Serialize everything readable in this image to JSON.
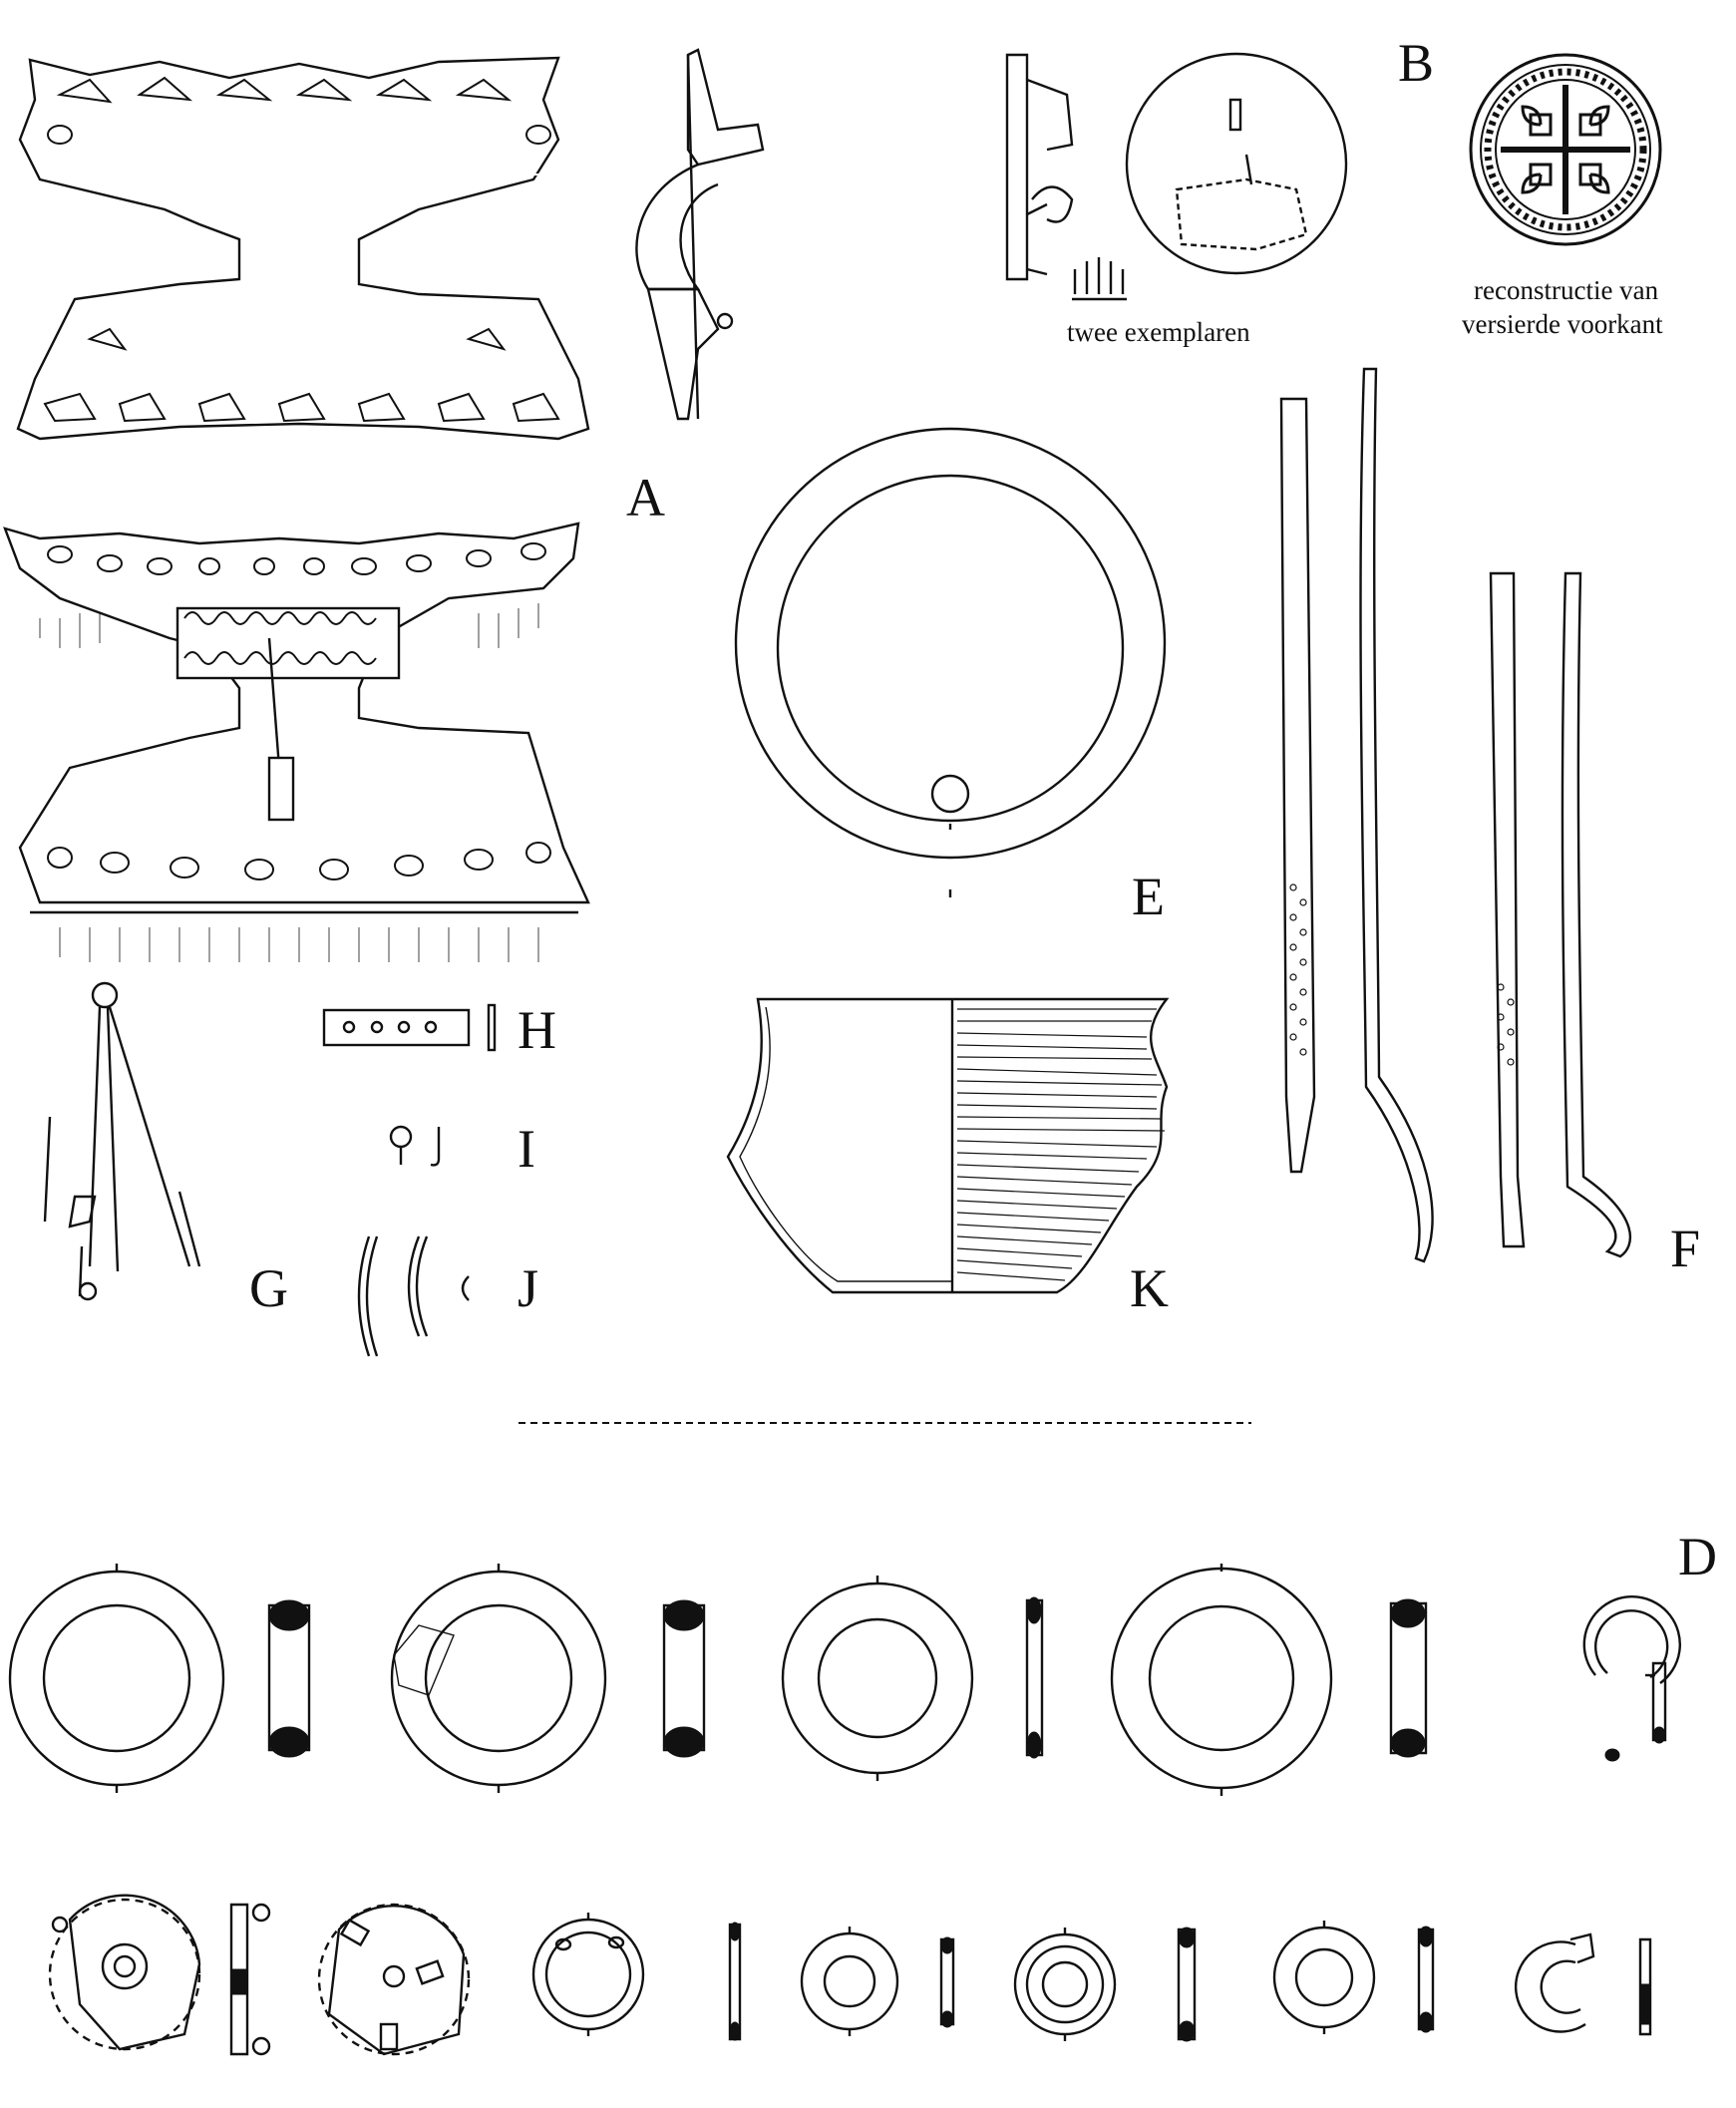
{
  "labels": {
    "A": "A",
    "B": "B",
    "D": "D",
    "E": "E",
    "F": "F",
    "G": "G",
    "H": "H",
    "I": "I",
    "J": "J",
    "K": "K"
  },
  "captions": {
    "twee_exemplaren": "twee exemplaren",
    "reconstructie_line1": "reconstructie van",
    "reconstructie_line2": "versierde voorkant"
  },
  "colors": {
    "ink": "#111111",
    "paper": "#ffffff"
  }
}
